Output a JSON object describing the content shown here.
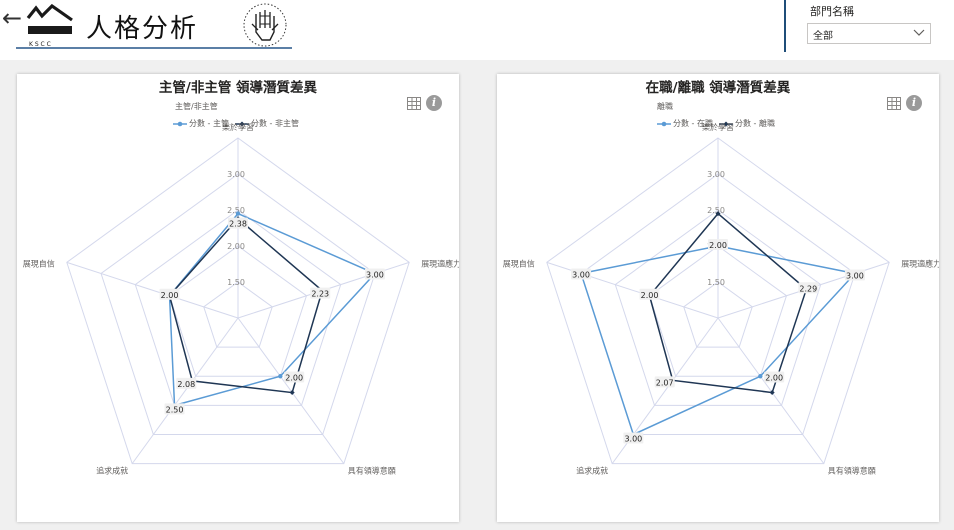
{
  "header": {
    "back_label": "←",
    "logo_text": "K S C C",
    "title": "人格分析",
    "slicer": {
      "label": "部門名稱",
      "value": "全部"
    }
  },
  "colors": {
    "series1": "#5b9bd5",
    "series2": "#1f3654",
    "grid": "#d4d8ec",
    "accent": "#1f4e79"
  },
  "icons": {
    "back": "back-arrow-icon",
    "team": "team-hands-icon",
    "table": "table-icon",
    "info": "info-icon",
    "chevron": "chevron-down-icon"
  },
  "chart_data": [
    {
      "type": "radar",
      "title": "主管/非主管 領導潛質差異",
      "legend_title": "主管/非主管",
      "axes": [
        "樂於學習",
        "展現適應力",
        "具有領導意願",
        "追求成就",
        "展現自信"
      ],
      "rlim": [
        1.0,
        3.5
      ],
      "ticks": [
        "1.50",
        "2.00",
        "2.50",
        "3.00"
      ],
      "series": [
        {
          "name": "分數 - 主管",
          "values": [
            2.45,
            3.0,
            2.0,
            2.5,
            2.0
          ]
        },
        {
          "name": "分數 - 非主管",
          "values": [
            2.38,
            2.23,
            2.28,
            2.08,
            2.0
          ]
        }
      ],
      "data_labels": [
        "2.38",
        "2.23",
        "2.00",
        "2.08",
        "2.00",
        "3.00",
        "2.50"
      ]
    },
    {
      "type": "radar",
      "title": "在職/離職 領導潛質差異",
      "legend_title": "離職",
      "axes": [
        "樂於學習",
        "展現適應力",
        "具有領導意願",
        "追求成就",
        "展現自信"
      ],
      "rlim": [
        1.0,
        3.5
      ],
      "ticks": [
        "1.50",
        "2.00",
        "2.50",
        "3.00"
      ],
      "series": [
        {
          "name": "分數 - 在職",
          "values": [
            2.0,
            3.0,
            2.0,
            3.0,
            3.0
          ]
        },
        {
          "name": "分數 - 離職",
          "values": [
            2.45,
            2.29,
            2.28,
            2.07,
            2.0
          ]
        }
      ],
      "data_labels": [
        "3.00",
        "2.29",
        "2.00",
        "2.07",
        "2.00",
        "3.00",
        "3.00",
        "2.00"
      ]
    }
  ]
}
